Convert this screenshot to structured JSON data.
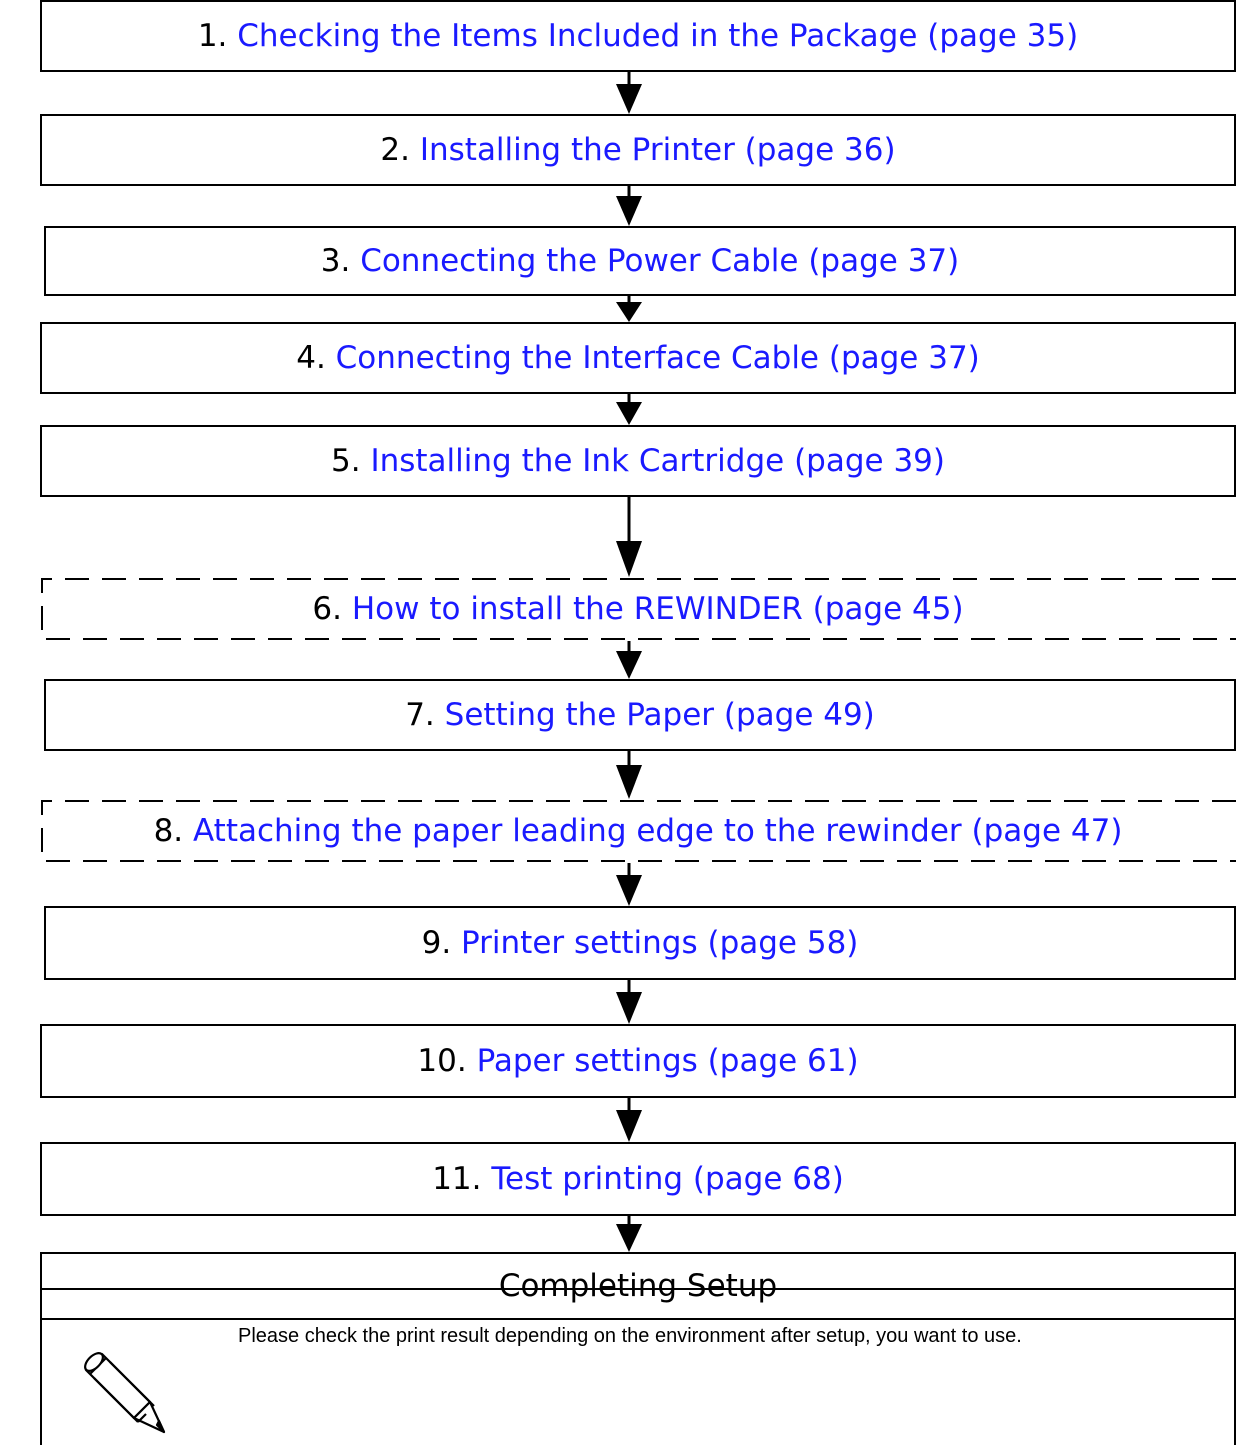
{
  "steps": [
    {
      "num": "1.",
      "text": "Checking the Items Included in the Package (page 35)"
    },
    {
      "num": "2.",
      "text": "Installing the Printer (page 36)"
    },
    {
      "num": "3.",
      "text": "Connecting the Power Cable (page 37)"
    },
    {
      "num": "4.",
      "text": "Connecting the Interface Cable (page 37)"
    },
    {
      "num": "5.",
      "text": "Installing the Ink Cartridge (page 39)"
    },
    {
      "num": "6.",
      "text": "How to install the REWINDER (page 45)"
    },
    {
      "num": "7.",
      "text": "Setting the Paper (page 49)"
    },
    {
      "num": "8.",
      "text": "Attaching the paper leading edge to the rewinder (page 47)"
    },
    {
      "num": "9.",
      "text": "Printer settings (page 58)"
    },
    {
      "num": "10.",
      "text": "Paper settings (page 61)"
    },
    {
      "num": "11.",
      "text": "Test printing (page 68)"
    }
  ],
  "final_step": "Completing Setup",
  "note": {
    "icon": "pencil-icon",
    "text": "Please check the print result depending on the environment after setup, you want to use."
  },
  "colors": {
    "link": "#1a1aff",
    "border": "#000000"
  }
}
